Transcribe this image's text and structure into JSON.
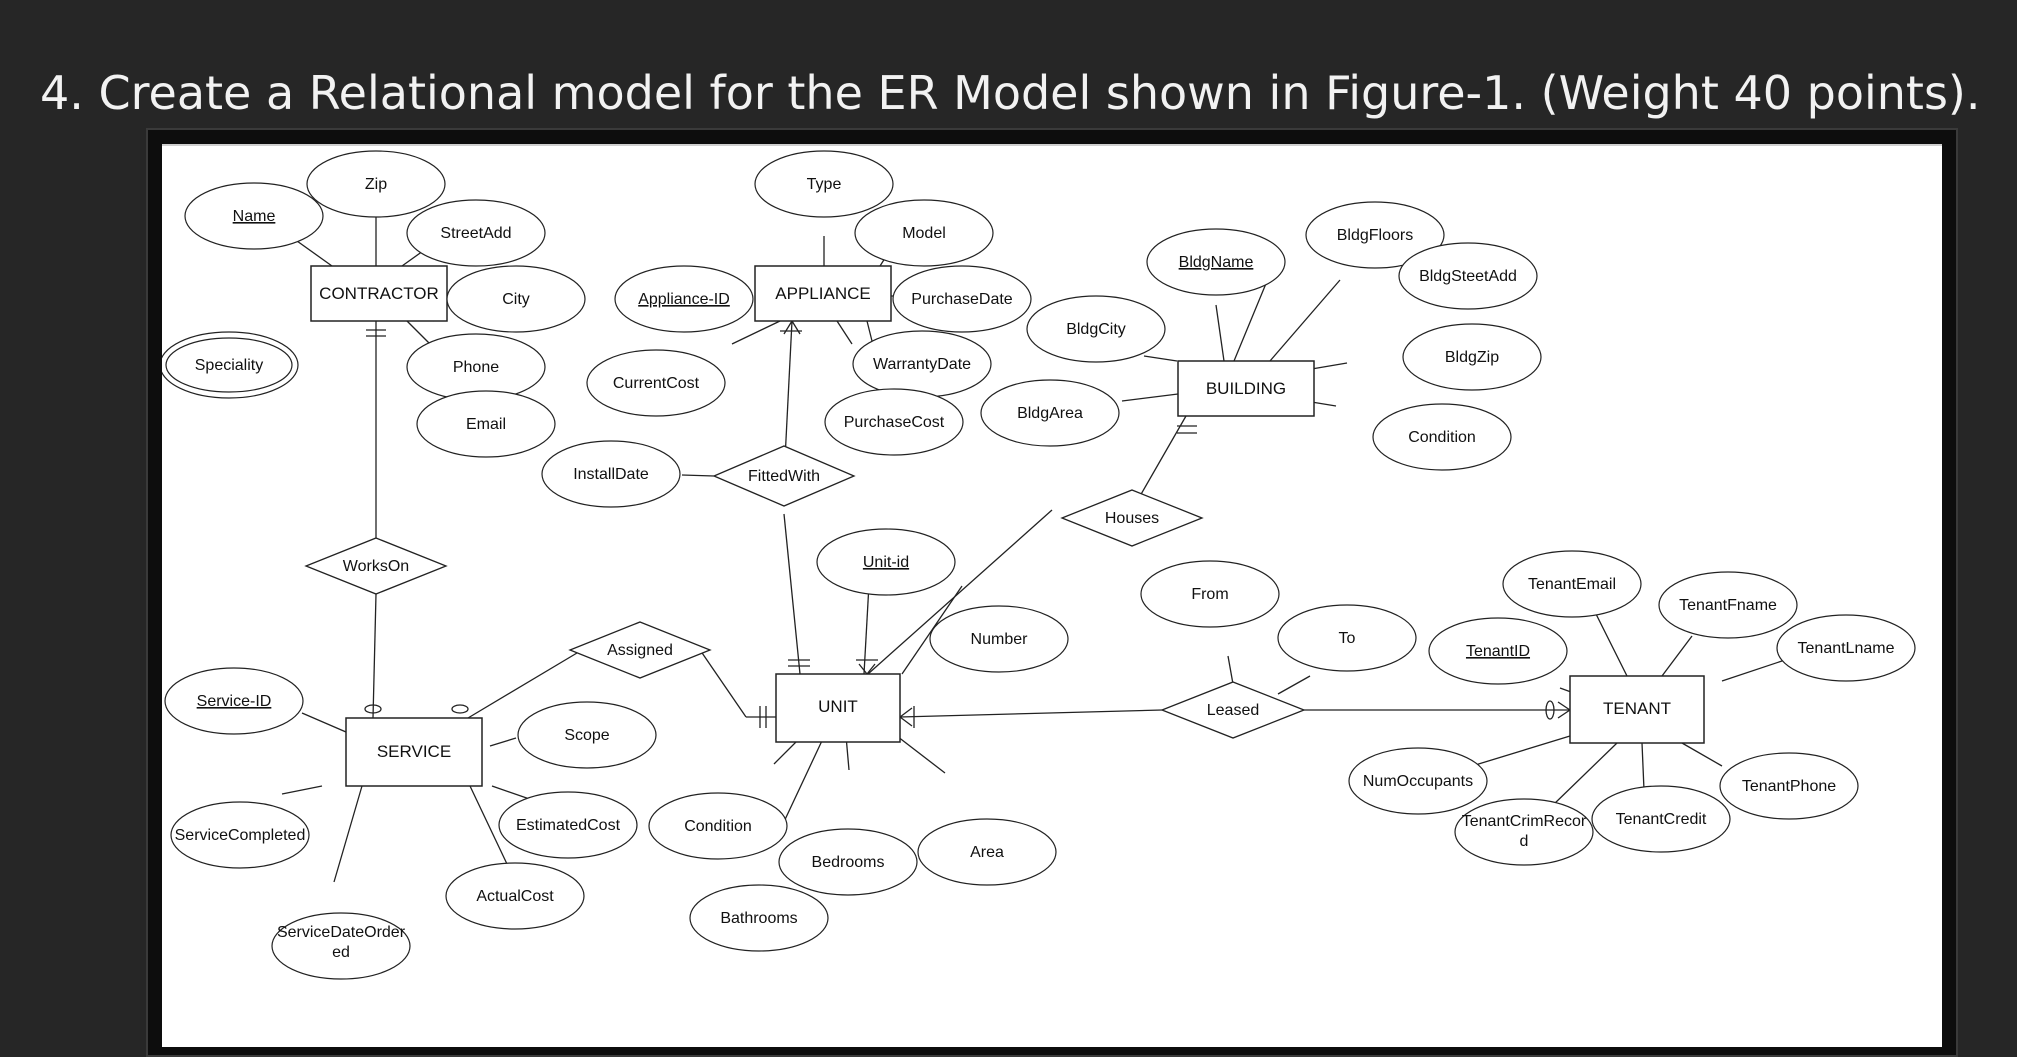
{
  "question": "4. Create a Relational model for the ER Model shown in Figure-1. (Weight 40 points).",
  "entities": {
    "contractor": "CONTRACTOR",
    "appliance": "APPLIANCE",
    "building": "BUILDING",
    "service": "SERVICE",
    "unit": "UNIT",
    "tenant": "TENANT"
  },
  "relationships": {
    "works_on": "WorksOn",
    "fitted_with": "FittedWith",
    "houses": "Houses",
    "assigned": "Assigned",
    "leased": "Leased"
  },
  "attributes": {
    "contractor": {
      "name": "Name",
      "zip": "Zip",
      "street_add": "StreetAdd",
      "city": "City",
      "phone": "Phone",
      "email": "Email",
      "speciality": "Speciality"
    },
    "appliance": {
      "type": "Type",
      "model": "Model",
      "appliance_id": "Appliance-ID",
      "purchase_date": "PurchaseDate",
      "warranty_date": "WarrantyDate",
      "current_cost": "CurrentCost",
      "purchase_cost": "PurchaseCost"
    },
    "fitted_with": {
      "install_date": "InstallDate"
    },
    "building": {
      "bldg_name": "BldgName",
      "bldg_floors": "BldgFloors",
      "bldg_steet_add": "BldgSteetAdd",
      "bldg_city": "BldgCity",
      "bldg_zip": "BldgZip",
      "bldg_area": "BldgArea",
      "condition": "Condition"
    },
    "unit": {
      "unit_id": "Unit-id",
      "number": "Number",
      "condition": "Condition",
      "bedrooms": "Bedrooms",
      "bathrooms": "Bathrooms",
      "area": "Area"
    },
    "leased": {
      "from": "From",
      "to": "To"
    },
    "service": {
      "service_id": "Service-ID",
      "scope": "Scope",
      "estimated_cost": "EstimatedCost",
      "actual_cost": "ActualCost",
      "service_completed": "ServiceCompleted",
      "service_date_ordered_line1": "ServiceDateOrder",
      "service_date_ordered_line2": "ed"
    },
    "tenant": {
      "tenant_email": "TenantEmail",
      "tenant_fname": "TenantFname",
      "tenant_lname": "TenantLname",
      "tenant_id": "TenantID",
      "num_occupants": "NumOccupants",
      "tenant_crim_record_line1": "TenantCrimRecor",
      "tenant_crim_record_line2": "d",
      "tenant_credit": "TenantCredit",
      "tenant_phone": "TenantPhone"
    }
  }
}
